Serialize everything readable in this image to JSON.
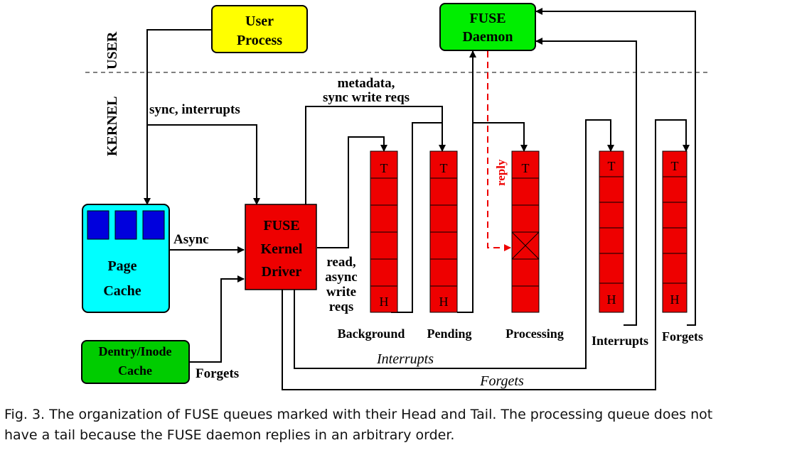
{
  "diagram": {
    "region_labels": {
      "user": "USER",
      "kernel": "KERNEL"
    },
    "nodes": {
      "user_process": {
        "line1": "User",
        "line2": "Process",
        "color": "#ffff00"
      },
      "fuse_daemon": {
        "line1": "FUSE",
        "line2": "Daemon",
        "color": "#00ee00"
      },
      "page_cache": {
        "line1": "Page",
        "line2": "Cache",
        "color": "#00ffff",
        "block_color": "#0000dd"
      },
      "dentry_cache": {
        "line1": "Dentry/Inode",
        "line2": "Cache",
        "color": "#00cc00"
      },
      "fuse_driver": {
        "line1": "FUSE",
        "line2": "Kernel",
        "line3": "Driver",
        "color": "#ee0000"
      }
    },
    "edge_labels": {
      "sync_interrupts": "sync, interrupts",
      "async": "Async",
      "forgets_dentry": "Forgets",
      "metadata_line1": "metadata,",
      "metadata_line2": "sync write reqs",
      "read_line1": "read,",
      "read_line2": "async",
      "read_line3": "write",
      "read_line4": "reqs",
      "reply": "reply",
      "interrupts_path": "Interrupts",
      "forgets_path": "Forgets"
    },
    "queues": {
      "background": {
        "name": "Background",
        "tail": "T",
        "head": "H"
      },
      "pending": {
        "name": "Pending",
        "tail": "T",
        "head": "H"
      },
      "processing": {
        "name": "Processing",
        "tail": "T"
      },
      "interrupts": {
        "name": "Interrupts",
        "tail": "T",
        "head": "H"
      },
      "forgets": {
        "name": "Forgets",
        "tail": "T",
        "head": "H"
      }
    },
    "colors": {
      "queue": "#ee0000",
      "reply_arrow": "#ee0000"
    }
  },
  "caption": {
    "line1": "Fig. 3.  The organization of FUSE queues marked with their Head and Tail. The processing queue does not",
    "line2": "have a tail because the FUSE daemon replies in an arbitrary order."
  }
}
